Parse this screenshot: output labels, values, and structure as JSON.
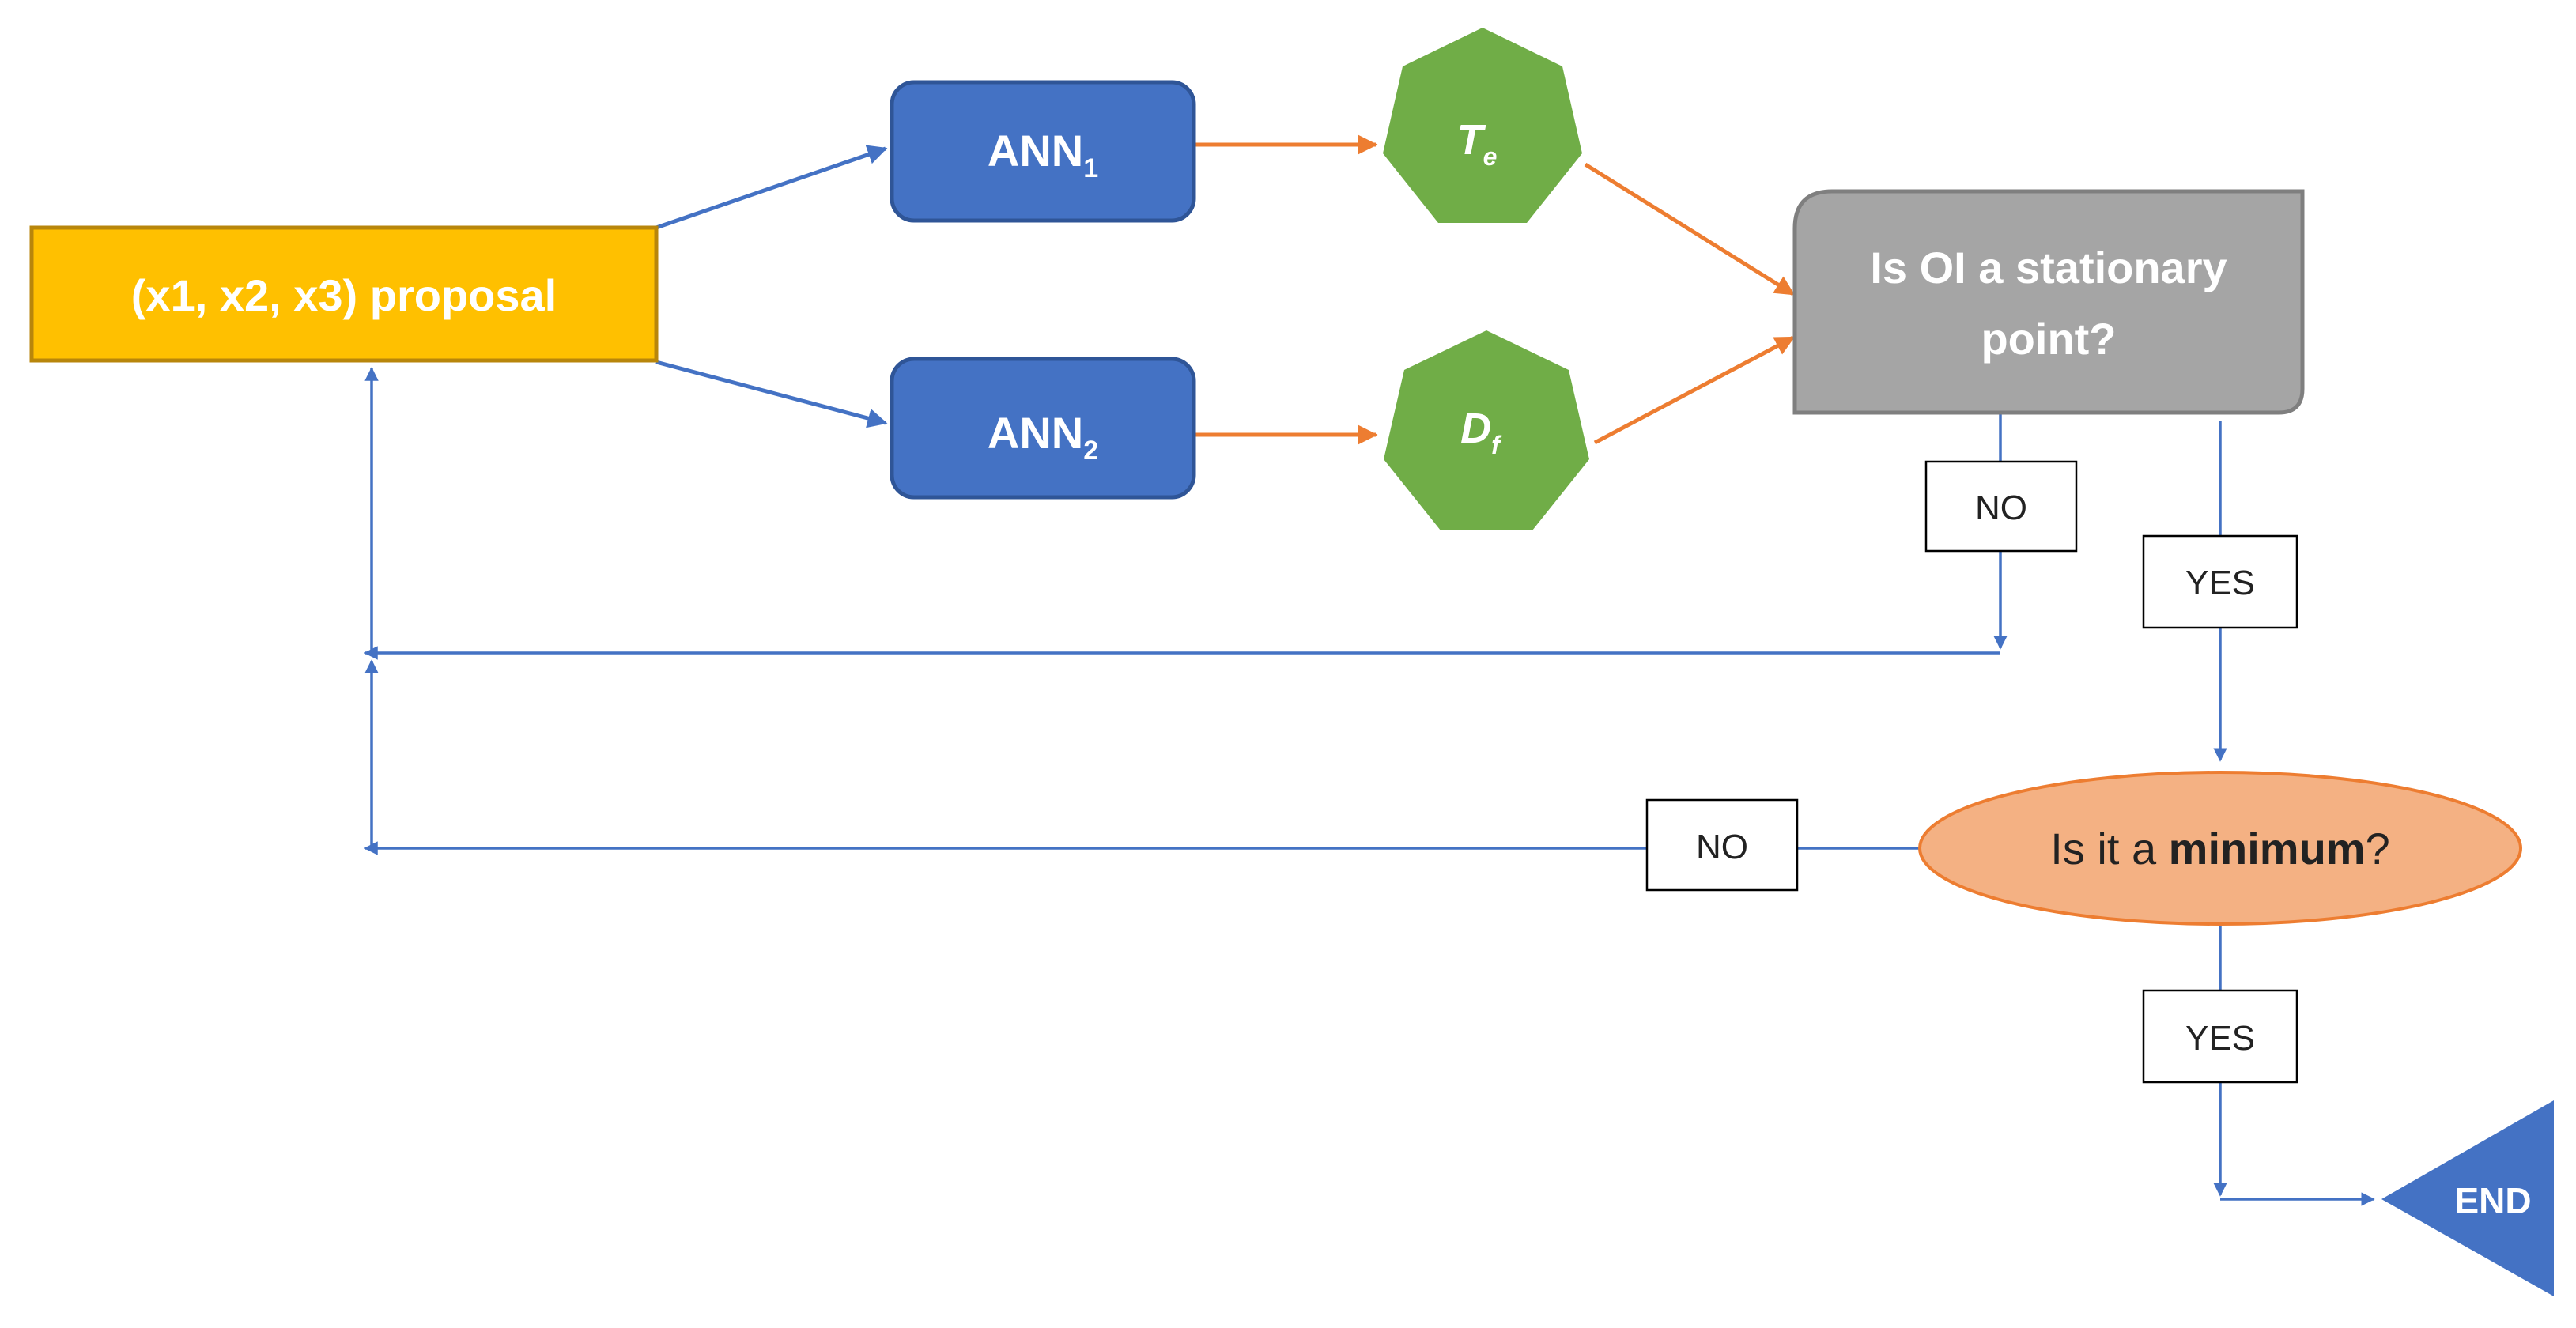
{
  "colors": {
    "connector_blue": "#4472C4",
    "connector_orange": "#ED7D31",
    "proposal_fill": "#FFC000",
    "proposal_border": "#B8860B",
    "ann_fill": "#4472C4",
    "ann_border": "#2F5597",
    "heptagon_fill": "#70AD47",
    "decision_fill": "#A5A5A5",
    "decision_border": "#7F7F7F",
    "ellipse_fill": "#F4B183",
    "ellipse_border": "#ED7D31",
    "end_fill": "#4472C4",
    "white_text": "#FFFFFF",
    "dark_text": "#222222"
  },
  "nodes": {
    "proposal": {
      "label": "(x1, x2, x3) proposal"
    },
    "ann1": {
      "label": "ANN",
      "subscript": "1"
    },
    "ann2": {
      "label": "ANN",
      "subscript": "2"
    },
    "te": {
      "label": "T",
      "subscript": "e"
    },
    "df": {
      "label": "D",
      "subscript": "f"
    },
    "stationary": {
      "line1": "Is OI a stationary",
      "line2": "point?"
    },
    "minimum": {
      "prefix": "Is it a ",
      "bold": "minimum",
      "suffix": "?"
    },
    "end": {
      "label": "END"
    }
  },
  "edge_labels": {
    "stationary_no": "NO",
    "stationary_yes": "YES",
    "minimum_no": "NO",
    "minimum_yes": "YES"
  }
}
